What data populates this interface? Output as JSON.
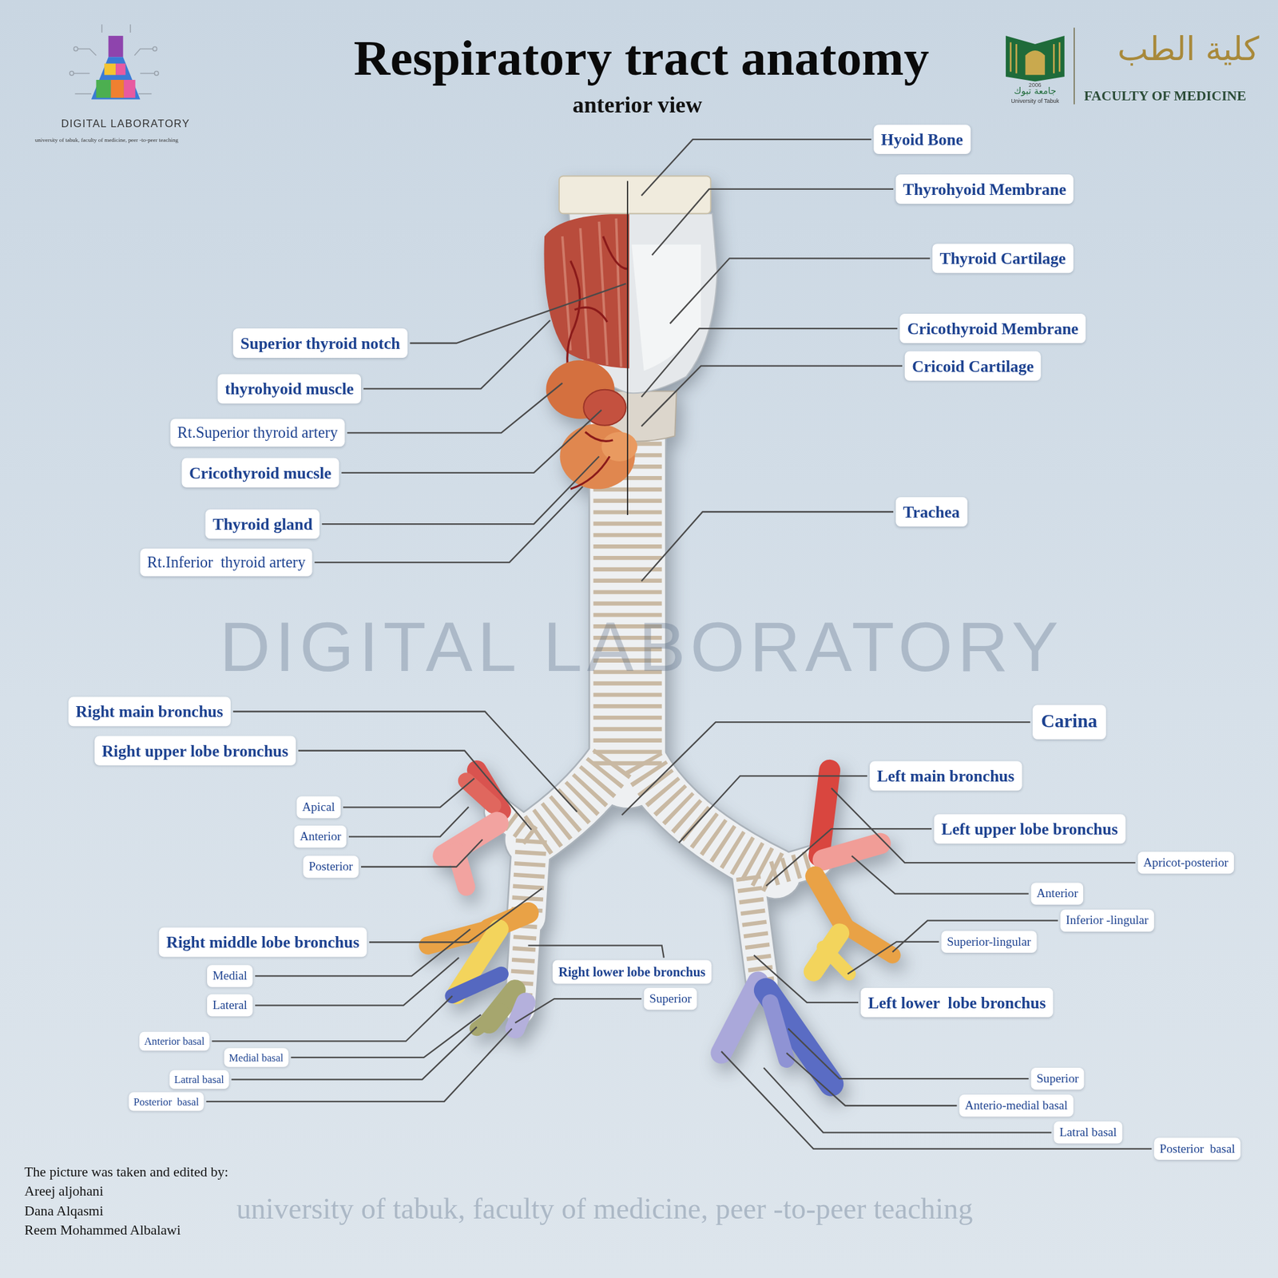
{
  "diagram": {
    "title": "Respiratory tract anatomy",
    "nodes": [
      {
        "text": [
          "Hyoid Bone"
        ]
      },
      {
        "text": [
          "Thyrohyoid Membrane"
        ]
      },
      {
        "text": [
          "Thyroid Cartilage"
        ]
      },
      {
        "text": [
          "Cricothyroid Membrane"
        ]
      },
      {
        "text": [
          "Superior thyroid notch"
        ]
      },
      {
        "text": [
          "Cricoid Cartilage"
        ]
      },
      {
        "text": [
          "thyrohyoid muscle"
        ]
      },
      {
        "text": [
          "Rt.Superior thyroid artery"
        ]
      },
      {
        "text": [
          "Cricothyroid mucsle"
        ]
      },
      {
        "text": [
          "Trachea"
        ]
      },
      {
        "text": [
          "Thyroid gland"
        ]
      },
      {
        "text": [
          "Rt.Inferior  thyroid artery"
        ]
      },
      {
        "text": [
          "Right main bronchus"
        ]
      },
      {
        "text": [
          "Carina"
        ]
      },
      {
        "text": [
          "Right upper lobe bronchus"
        ]
      },
      {
        "text": [
          "Left main bronchus"
        ]
      },
      {
        "text": [
          "Apical"
        ]
      },
      {
        "text": [
          "Left upper lobe bronchus"
        ]
      },
      {
        "text": [
          "Anterior"
        ]
      },
      {
        "text": [
          "Apricot-posterior"
        ]
      },
      {
        "text": [
          "Posterior"
        ]
      },
      {
        "text": [
          "Anterior"
        ]
      },
      {
        "text": [
          "Inferior -lingular"
        ]
      },
      {
        "text": [
          "Right middle lobe bronchus"
        ]
      },
      {
        "text": [
          "Superior-lingular"
        ]
      },
      {
        "text": [
          "Right lower lobe bronchus"
        ]
      },
      {
        "text": [
          "Medial"
        ]
      },
      {
        "text": [
          "Superior"
        ]
      },
      {
        "text": [
          "Left lower  lobe bronchus"
        ]
      },
      {
        "text": [
          "Lateral"
        ]
      },
      {
        "text": [
          "Anterior basal"
        ]
      },
      {
        "text": [
          "Medial basal"
        ]
      },
      {
        "text": [
          "Superior"
        ]
      },
      {
        "text": [
          "Latral basal"
        ]
      },
      {
        "text": [
          "Posterior  basal"
        ]
      },
      {
        "text": [
          "Anterio-medial basal"
        ]
      },
      {
        "text": [
          "Latral basal"
        ]
      },
      {
        "text": [
          "Posterior  basal"
        ]
      }
    ],
    "labels": [
      "anterior view",
      "DIGITAL LABORATORY",
      "university of tabuk, faculty of medicine, peer -to-peer teaching",
      "2006",
      "جامعة تبوك",
      "University of Tabuk",
      "كلية الطب",
      "FACULTY OF MEDICINE",
      "DIGITAL LABORATORY",
      "university of tabuk, faculty of medicine, peer -to-peer teaching",
      "The picture was taken and edited by:",
      "Areej aljohani",
      "Dana Alqasmi",
      "Reem Mohammed Albalawi"
    ]
  }
}
